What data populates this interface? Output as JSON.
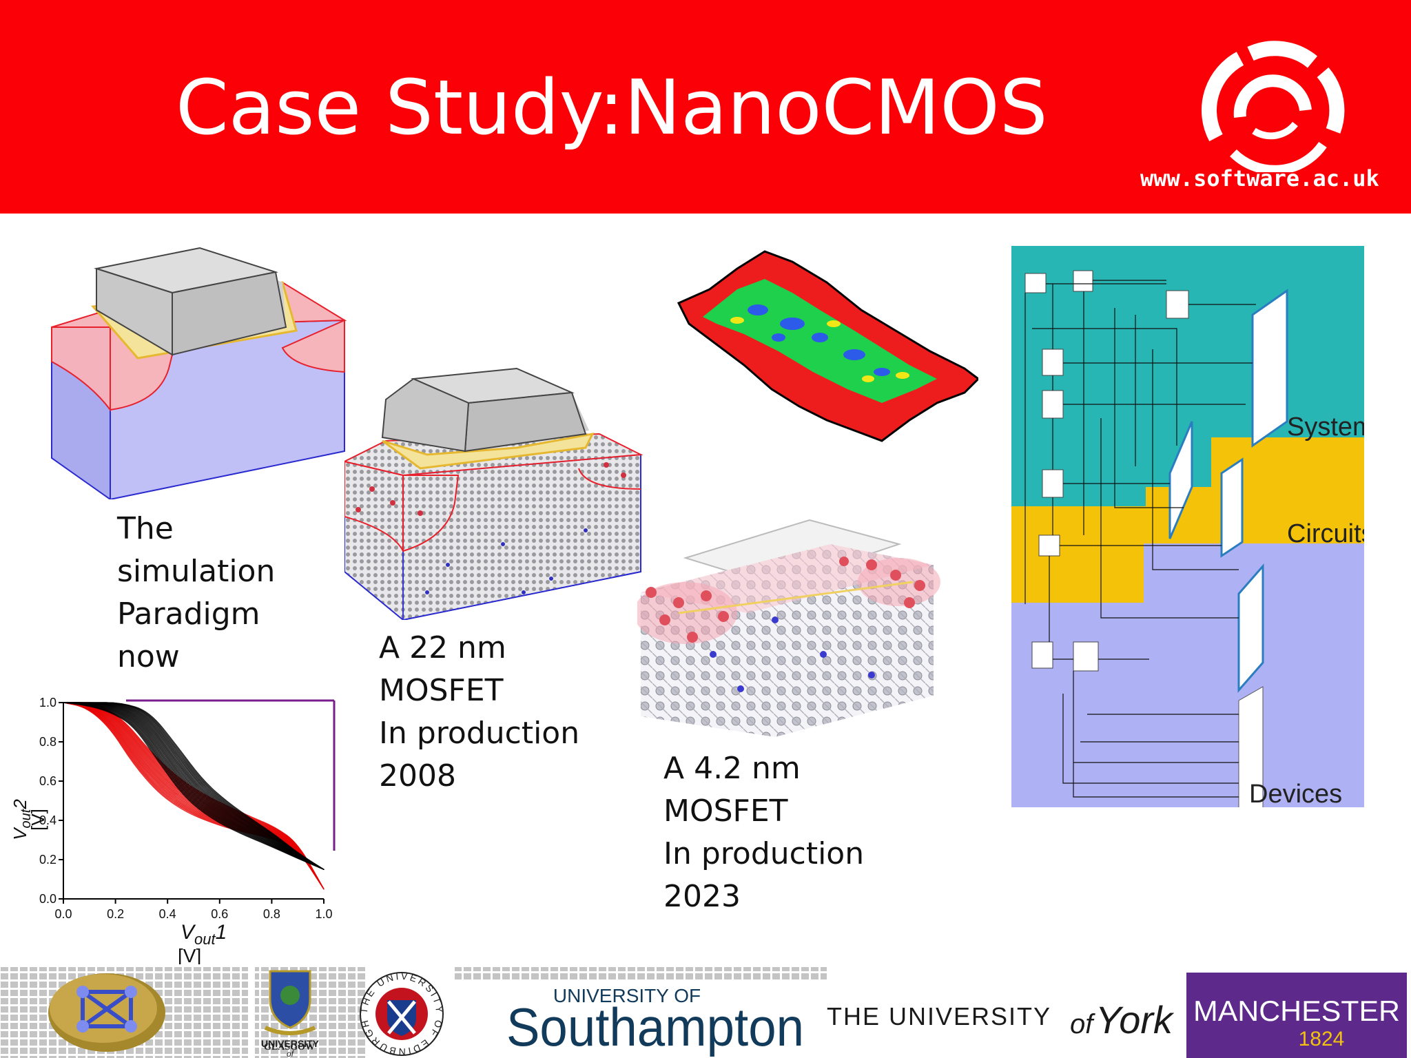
{
  "header": {
    "title": "Case Study:NanoCMOS",
    "url": "www.software.ac.uk",
    "logo_icon": "ssi-ring-logo-icon",
    "bg_color": "#fb0007"
  },
  "captions": {
    "paradigm": [
      "The",
      "simulation",
      "Paradigm",
      "now"
    ],
    "mosfet22": [
      "A 22 nm",
      "MOSFET",
      "In production",
      "2008"
    ],
    "mosfet42": [
      "A 4.2 nm",
      "MOSFET",
      "In production",
      "2023"
    ]
  },
  "systems_diagram": {
    "labels": {
      "systems": "Systems",
      "circuits": "Circuits",
      "devices": "Devices"
    },
    "colors": {
      "systems": "#27b6b3",
      "circuits": "#f5c20a",
      "devices": "#aeb1f3"
    }
  },
  "chart_data": {
    "type": "line",
    "xlabel_main": "V",
    "xlabel_sub": "out",
    "xlabel_suffix": "1",
    "xlabel_unit": "[V]",
    "ylabel_main": "V",
    "ylabel_sub": "out",
    "ylabel_suffix": "2",
    "ylabel_unit": "[V]",
    "xlim": [
      0.0,
      1.0
    ],
    "ylim": [
      0.0,
      1.0
    ],
    "x_ticks": [
      "0.0",
      "0.2",
      "0.4",
      "0.6",
      "0.8",
      "1.0"
    ],
    "y_ticks": [
      "0.0",
      "0.2",
      "0.4",
      "0.6",
      "0.8",
      "1.0"
    ],
    "series": [
      {
        "color": "#e60000",
        "x": [
          0.0,
          0.1,
          0.2,
          0.3,
          0.4,
          0.5,
          0.6,
          0.7,
          0.8,
          0.9,
          1.0
        ],
        "y": [
          1.0,
          0.99,
          0.9,
          0.72,
          0.58,
          0.49,
          0.43,
          0.38,
          0.34,
          0.27,
          0.05
        ]
      },
      {
        "color": "#000000",
        "x": [
          0.0,
          0.1,
          0.2,
          0.3,
          0.4,
          0.5,
          0.6,
          0.7,
          0.8,
          0.9,
          1.0
        ],
        "y": [
          1.0,
          1.0,
          0.98,
          0.92,
          0.74,
          0.56,
          0.45,
          0.37,
          0.3,
          0.22,
          0.15
        ]
      }
    ]
  },
  "footer": {
    "glasgow": [
      "UNIVERSITY",
      "of",
      "GLASGOW"
    ],
    "edinburgh_ring": "THE UNIVERSITY OF EDINBURGH",
    "southampton_top": "UNIVERSITY OF",
    "southampton_main": "Southampton",
    "york_main": "THE UNIVERSITY",
    "york_of": "of",
    "york_script": "York",
    "manchester_main": "MANCHESTER",
    "manchester_year": "1824"
  }
}
